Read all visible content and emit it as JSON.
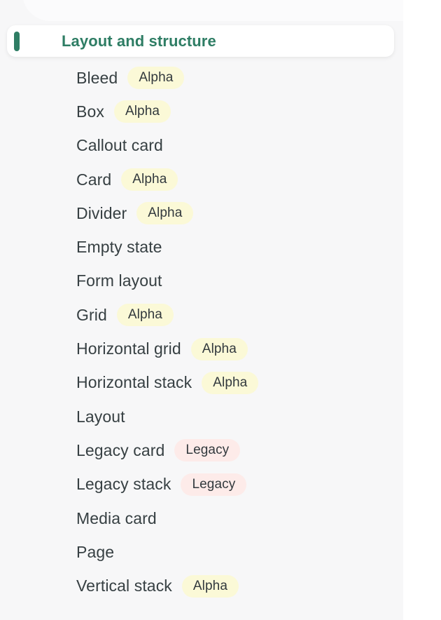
{
  "colors": {
    "sidebar_bg": "#f7f7f8",
    "accent_green": "#2e7d64",
    "item_text": "#374043",
    "badge_text": "#32393d",
    "alpha_badge_bg": "#fbf9d7",
    "legacy_badge_bg": "#fdebe9"
  },
  "sidebar": {
    "active_section": {
      "label": "Layout and structure"
    },
    "items": [
      {
        "label": "Bleed",
        "badge": "Alpha"
      },
      {
        "label": "Box",
        "badge": "Alpha"
      },
      {
        "label": "Callout card",
        "badge": null
      },
      {
        "label": "Card",
        "badge": "Alpha"
      },
      {
        "label": "Divider",
        "badge": "Alpha"
      },
      {
        "label": "Empty state",
        "badge": null
      },
      {
        "label": "Form layout",
        "badge": null
      },
      {
        "label": "Grid",
        "badge": "Alpha"
      },
      {
        "label": "Horizontal grid",
        "badge": "Alpha"
      },
      {
        "label": "Horizontal stack",
        "badge": "Alpha"
      },
      {
        "label": "Layout",
        "badge": null
      },
      {
        "label": "Legacy card",
        "badge": "Legacy"
      },
      {
        "label": "Legacy stack",
        "badge": "Legacy"
      },
      {
        "label": "Media card",
        "badge": null
      },
      {
        "label": "Page",
        "badge": null
      },
      {
        "label": "Vertical stack",
        "badge": "Alpha"
      }
    ]
  }
}
